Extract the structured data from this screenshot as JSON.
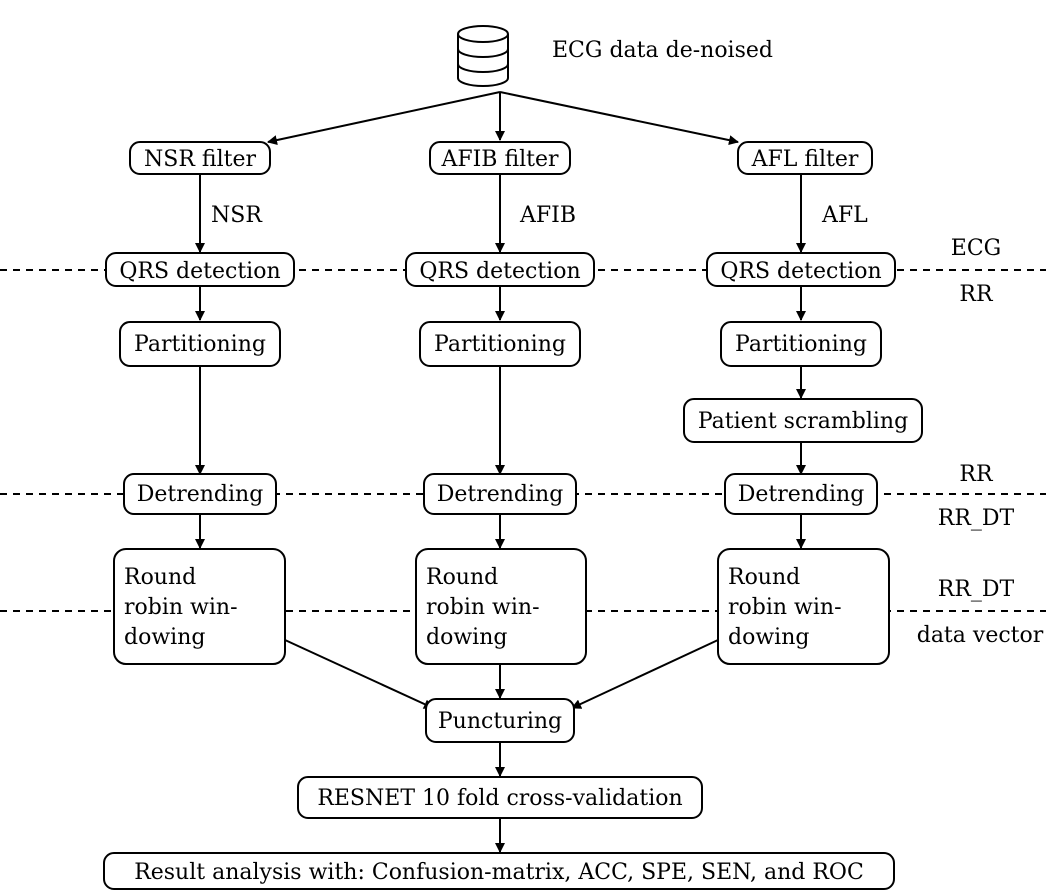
{
  "source": {
    "label": "ECG data de-noised",
    "icon": "database-icon"
  },
  "columns": [
    {
      "id": "nsr",
      "filter": "NSR filter",
      "signal": "NSR",
      "qrs": "QRS detection",
      "partition": "Partitioning",
      "detrend": "Detrending",
      "window": [
        "Round",
        "robin win-",
        "dowing"
      ]
    },
    {
      "id": "afib",
      "filter": "AFIB filter",
      "signal": "AFIB",
      "qrs": "QRS detection",
      "partition": "Partitioning",
      "detrend": "Detrending",
      "window": [
        "Round",
        "robin win-",
        "dowing"
      ]
    },
    {
      "id": "afl",
      "filter": "AFL filter",
      "signal": "AFL",
      "qrs": "QRS detection",
      "partition": "Partitioning",
      "scramble": "Patient scrambling",
      "detrend": "Detrending",
      "window": [
        "Round",
        "robin win-",
        "dowing"
      ]
    }
  ],
  "separators": [
    {
      "above": "ECG",
      "below": "RR"
    },
    {
      "above": "RR",
      "below": "RR_DT"
    },
    {
      "above": "RR_DT",
      "below": "data vector"
    }
  ],
  "puncturing": "Puncturing",
  "resnet": "RESNET 10 fold cross-validation",
  "result": "Result analysis with: Confusion-matrix, ACC, SPE, SEN, and ROC"
}
